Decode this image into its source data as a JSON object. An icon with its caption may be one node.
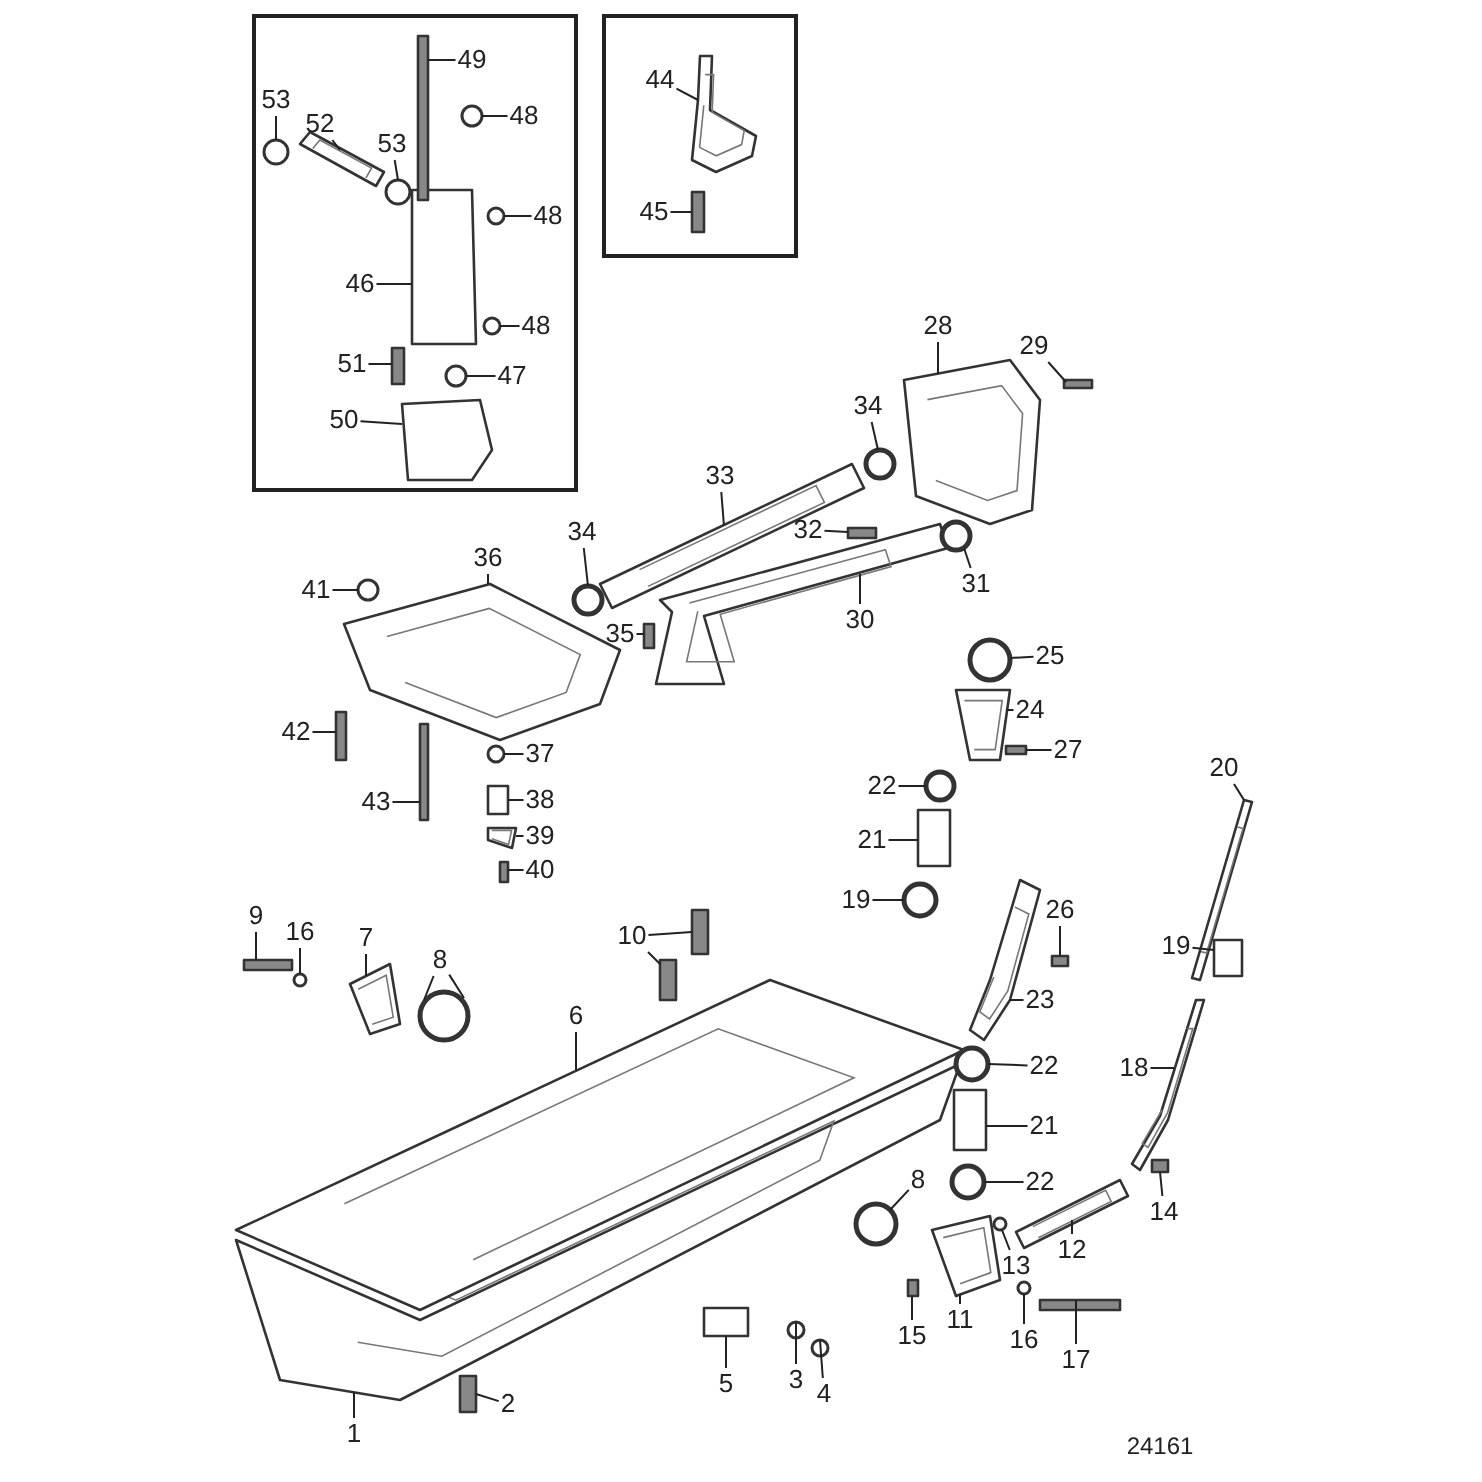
{
  "diagram": {
    "nodes": [
      {
        "text": [
          "53"
        ]
      },
      {
        "text": [
          "52"
        ]
      },
      {
        "text": [
          "53"
        ]
      },
      {
        "text": [
          "49"
        ]
      },
      {
        "text": [
          "48"
        ]
      },
      {
        "text": [
          "48"
        ]
      },
      {
        "text": [
          "46"
        ]
      },
      {
        "text": [
          "48"
        ]
      },
      {
        "text": [
          "51"
        ]
      },
      {
        "text": [
          "47"
        ]
      },
      {
        "text": [
          "50"
        ]
      },
      {
        "text": [
          "44"
        ]
      },
      {
        "text": [
          "45"
        ]
      },
      {
        "text": [
          "28"
        ]
      },
      {
        "text": [
          "29"
        ]
      },
      {
        "text": [
          "34"
        ]
      },
      {
        "text": [
          "33"
        ]
      },
      {
        "text": [
          "34"
        ]
      },
      {
        "text": [
          "32"
        ]
      },
      {
        "text": [
          "31"
        ]
      },
      {
        "text": [
          "30"
        ]
      },
      {
        "text": [
          "36"
        ]
      },
      {
        "text": [
          "41"
        ]
      },
      {
        "text": [
          "35"
        ]
      },
      {
        "text": [
          "25"
        ]
      },
      {
        "text": [
          "24"
        ]
      },
      {
        "text": [
          "42"
        ]
      },
      {
        "text": [
          "37"
        ]
      },
      {
        "text": [
          "27"
        ]
      },
      {
        "text": [
          "38"
        ]
      },
      {
        "text": [
          "22"
        ]
      },
      {
        "text": [
          "39"
        ]
      },
      {
        "text": [
          "40"
        ]
      },
      {
        "text": [
          "43"
        ]
      },
      {
        "text": [
          "21"
        ]
      },
      {
        "text": [
          "20"
        ]
      },
      {
        "text": [
          "19"
        ]
      },
      {
        "text": [
          "26"
        ]
      },
      {
        "text": [
          "9"
        ]
      },
      {
        "text": [
          "16"
        ]
      },
      {
        "text": [
          "7"
        ]
      },
      {
        "text": [
          "8"
        ]
      },
      {
        "text": [
          "10"
        ]
      },
      {
        "text": [
          "19"
        ]
      },
      {
        "text": [
          "6"
        ]
      },
      {
        "text": [
          "23"
        ]
      },
      {
        "text": [
          "22"
        ]
      },
      {
        "text": [
          "18"
        ]
      },
      {
        "text": [
          "21"
        ]
      },
      {
        "text": [
          "8"
        ]
      },
      {
        "text": [
          "22"
        ]
      },
      {
        "text": [
          "14"
        ]
      },
      {
        "text": [
          "12"
        ]
      },
      {
        "text": [
          "13"
        ]
      },
      {
        "text": [
          "15"
        ]
      },
      {
        "text": [
          "11"
        ]
      },
      {
        "text": [
          "16"
        ]
      },
      {
        "text": [
          "3"
        ]
      },
      {
        "text": [
          "4"
        ]
      },
      {
        "text": [
          "5"
        ]
      },
      {
        "text": [
          "17"
        ]
      },
      {
        "text": [
          "2"
        ]
      },
      {
        "text": [
          "1"
        ]
      },
      {
        "text": [],
        "shape": "circle"
      },
      {
        "text": [],
        "shape": "picture"
      },
      {
        "text": [],
        "shape": "circle"
      },
      {
        "text": [],
        "shape": "bar"
      },
      {
        "text": [],
        "shape": "circle"
      },
      {
        "text": [],
        "shape": "circle"
      },
      {
        "text": [],
        "shape": "box"
      },
      {
        "text": [],
        "shape": "circle"
      },
      {
        "text": [],
        "shape": "bar"
      },
      {
        "text": [],
        "shape": "circle"
      },
      {
        "text": [],
        "shape": "box"
      },
      {
        "text": [],
        "shape": "picture"
      },
      {
        "text": [],
        "shape": "bar"
      },
      {
        "text": [],
        "shape": "picture"
      },
      {
        "text": [],
        "shape": "bar"
      },
      {
        "text": [],
        "shape": "circle"
      },
      {
        "text": [],
        "shape": "picture"
      },
      {
        "text": [],
        "shape": "circle"
      },
      {
        "text": [],
        "shape": "bar"
      },
      {
        "text": [],
        "shape": "circle"
      },
      {
        "text": [],
        "shape": "picture"
      },
      {
        "text": [],
        "shape": "picture"
      },
      {
        "text": [],
        "shape": "circle"
      },
      {
        "text": [],
        "shape": "bar"
      },
      {
        "text": [],
        "shape": "circle"
      },
      {
        "text": [],
        "shape": "picture"
      },
      {
        "text": [],
        "shape": "bar"
      },
      {
        "text": [],
        "shape": "circle"
      },
      {
        "text": [],
        "shape": "bar"
      },
      {
        "text": [],
        "shape": "box"
      },
      {
        "text": [],
        "shape": "circle"
      },
      {
        "text": [],
        "shape": "picture"
      },
      {
        "text": [],
        "shape": "bar"
      },
      {
        "text": [],
        "shape": "bar"
      },
      {
        "text": [],
        "shape": "box"
      },
      {
        "text": [],
        "shape": "picture"
      },
      {
        "text": [],
        "shape": "circle"
      },
      {
        "text": [],
        "shape": "bar"
      },
      {
        "text": [],
        "shape": "bar"
      },
      {
        "text": [],
        "shape": "circle"
      },
      {
        "text": [],
        "shape": "picture"
      },
      {
        "text": [],
        "shape": "circle"
      },
      {
        "text": [],
        "shape": "bar"
      },
      {
        "text": [],
        "shape": "bar"
      },
      {
        "text": [],
        "shape": "box"
      },
      {
        "text": [],
        "shape": "picture"
      },
      {
        "text": [],
        "shape": "picture"
      },
      {
        "text": [],
        "shape": "circle"
      },
      {
        "text": [],
        "shape": "picture"
      },
      {
        "text": [],
        "shape": "box"
      },
      {
        "text": [],
        "shape": "circle"
      },
      {
        "text": [],
        "shape": "circle"
      },
      {
        "text": [],
        "shape": "bar"
      },
      {
        "text": [],
        "shape": "picture"
      },
      {
        "text": [],
        "shape": "circle"
      },
      {
        "text": [],
        "shape": "bar"
      },
      {
        "text": [],
        "shape": "picture"
      },
      {
        "text": [],
        "shape": "circle"
      },
      {
        "text": [],
        "shape": "circle"
      },
      {
        "text": [],
        "shape": "circle"
      },
      {
        "text": [],
        "shape": "box"
      },
      {
        "text": [],
        "shape": "bar"
      },
      {
        "text": [],
        "shape": "bar"
      },
      {
        "text": [],
        "shape": "picture"
      }
    ],
    "edges": [
      {
        "from": 0,
        "to": 63,
        "arrow": "none"
      },
      {
        "from": 1,
        "to": 64,
        "arrow": "none"
      },
      {
        "from": 2,
        "to": 65,
        "arrow": "none"
      },
      {
        "from": 3,
        "to": 66,
        "arrow": "none"
      },
      {
        "from": 4,
        "to": 67,
        "arrow": "none"
      },
      {
        "from": 5,
        "to": 68,
        "arrow": "none"
      },
      {
        "from": 6,
        "to": 69,
        "arrow": "none"
      },
      {
        "from": 7,
        "to": 70,
        "arrow": "none"
      },
      {
        "from": 8,
        "to": 71,
        "arrow": "none"
      },
      {
        "from": 9,
        "to": 72,
        "arrow": "none"
      },
      {
        "from": 10,
        "to": 73,
        "arrow": "none"
      },
      {
        "from": 11,
        "to": 74,
        "arrow": "none"
      },
      {
        "from": 12,
        "to": 75,
        "arrow": "none"
      },
      {
        "from": 13,
        "to": 76,
        "arrow": "none"
      },
      {
        "from": 14,
        "to": 77,
        "arrow": "none"
      },
      {
        "from": 15,
        "to": 78,
        "arrow": "none"
      },
      {
        "from": 16,
        "to": 79,
        "arrow": "none"
      },
      {
        "from": 17,
        "to": 80,
        "arrow": "none"
      },
      {
        "from": 18,
        "to": 81,
        "arrow": "none"
      },
      {
        "from": 19,
        "to": 82,
        "arrow": "none"
      },
      {
        "from": 20,
        "to": 83,
        "arrow": "none"
      },
      {
        "from": 21,
        "to": 84,
        "arrow": "none"
      },
      {
        "from": 22,
        "to": 85,
        "arrow": "none"
      },
      {
        "from": 23,
        "to": 86,
        "arrow": "none"
      },
      {
        "from": 24,
        "to": 87,
        "arrow": "none"
      },
      {
        "from": 25,
        "to": 88,
        "arrow": "none"
      },
      {
        "from": 26,
        "to": 89,
        "arrow": "none"
      },
      {
        "from": 27,
        "to": 90,
        "arrow": "none"
      },
      {
        "from": 28,
        "to": 91,
        "arrow": "none"
      },
      {
        "from": 29,
        "to": 92,
        "arrow": "none"
      },
      {
        "from": 30,
        "to": 93,
        "arrow": "none"
      },
      {
        "from": 31,
        "to": 94,
        "arrow": "none"
      },
      {
        "from": 32,
        "to": 95,
        "arrow": "none"
      },
      {
        "from": 33,
        "to": 96,
        "arrow": "none"
      },
      {
        "from": 34,
        "to": 97,
        "arrow": "none"
      },
      {
        "from": 35,
        "to": 98,
        "arrow": "none"
      },
      {
        "from": 36,
        "to": 99,
        "arrow": "none"
      },
      {
        "from": 37,
        "to": 100,
        "arrow": "none"
      },
      {
        "from": 38,
        "to": 101,
        "arrow": "none"
      },
      {
        "from": 39,
        "to": 102,
        "arrow": "none"
      },
      {
        "from": 40,
        "to": 103,
        "arrow": "none"
      },
      {
        "from": 41,
        "to": 104,
        "arrow": "none"
      },
      {
        "from": 41,
        "to": 104,
        "arrow": "none"
      },
      {
        "from": 42,
        "to": 105,
        "arrow": "none"
      },
      {
        "from": 42,
        "to": 106,
        "arrow": "none"
      },
      {
        "from": 43,
        "to": 107,
        "arrow": "none"
      },
      {
        "from": 44,
        "to": 108,
        "arrow": "none"
      },
      {
        "from": 45,
        "to": 109,
        "arrow": "none"
      },
      {
        "from": 46,
        "to": 110,
        "arrow": "none"
      },
      {
        "from": 47,
        "to": 111,
        "arrow": "none"
      },
      {
        "from": 48,
        "to": 112,
        "arrow": "none"
      },
      {
        "from": 49,
        "to": 113,
        "arrow": "none"
      },
      {
        "from": 50,
        "to": 114,
        "arrow": "none"
      },
      {
        "from": 51,
        "to": 115,
        "arrow": "none"
      },
      {
        "from": 52,
        "to": 116,
        "arrow": "none"
      },
      {
        "from": 53,
        "to": 117,
        "arrow": "none"
      },
      {
        "from": 54,
        "to": 118,
        "arrow": "none"
      },
      {
        "from": 55,
        "to": 119,
        "arrow": "none"
      },
      {
        "from": 56,
        "to": 120,
        "arrow": "none"
      },
      {
        "from": 57,
        "to": 121,
        "arrow": "none"
      },
      {
        "from": 58,
        "to": 122,
        "arrow": "none"
      },
      {
        "from": 59,
        "to": 123,
        "arrow": "none"
      },
      {
        "from": 60,
        "to": 124,
        "arrow": "none"
      },
      {
        "from": 61,
        "to": 125,
        "arrow": "none"
      },
      {
        "from": 62,
        "to": 126,
        "arrow": "none"
      }
    ],
    "labels": [
      "24161"
    ]
  }
}
